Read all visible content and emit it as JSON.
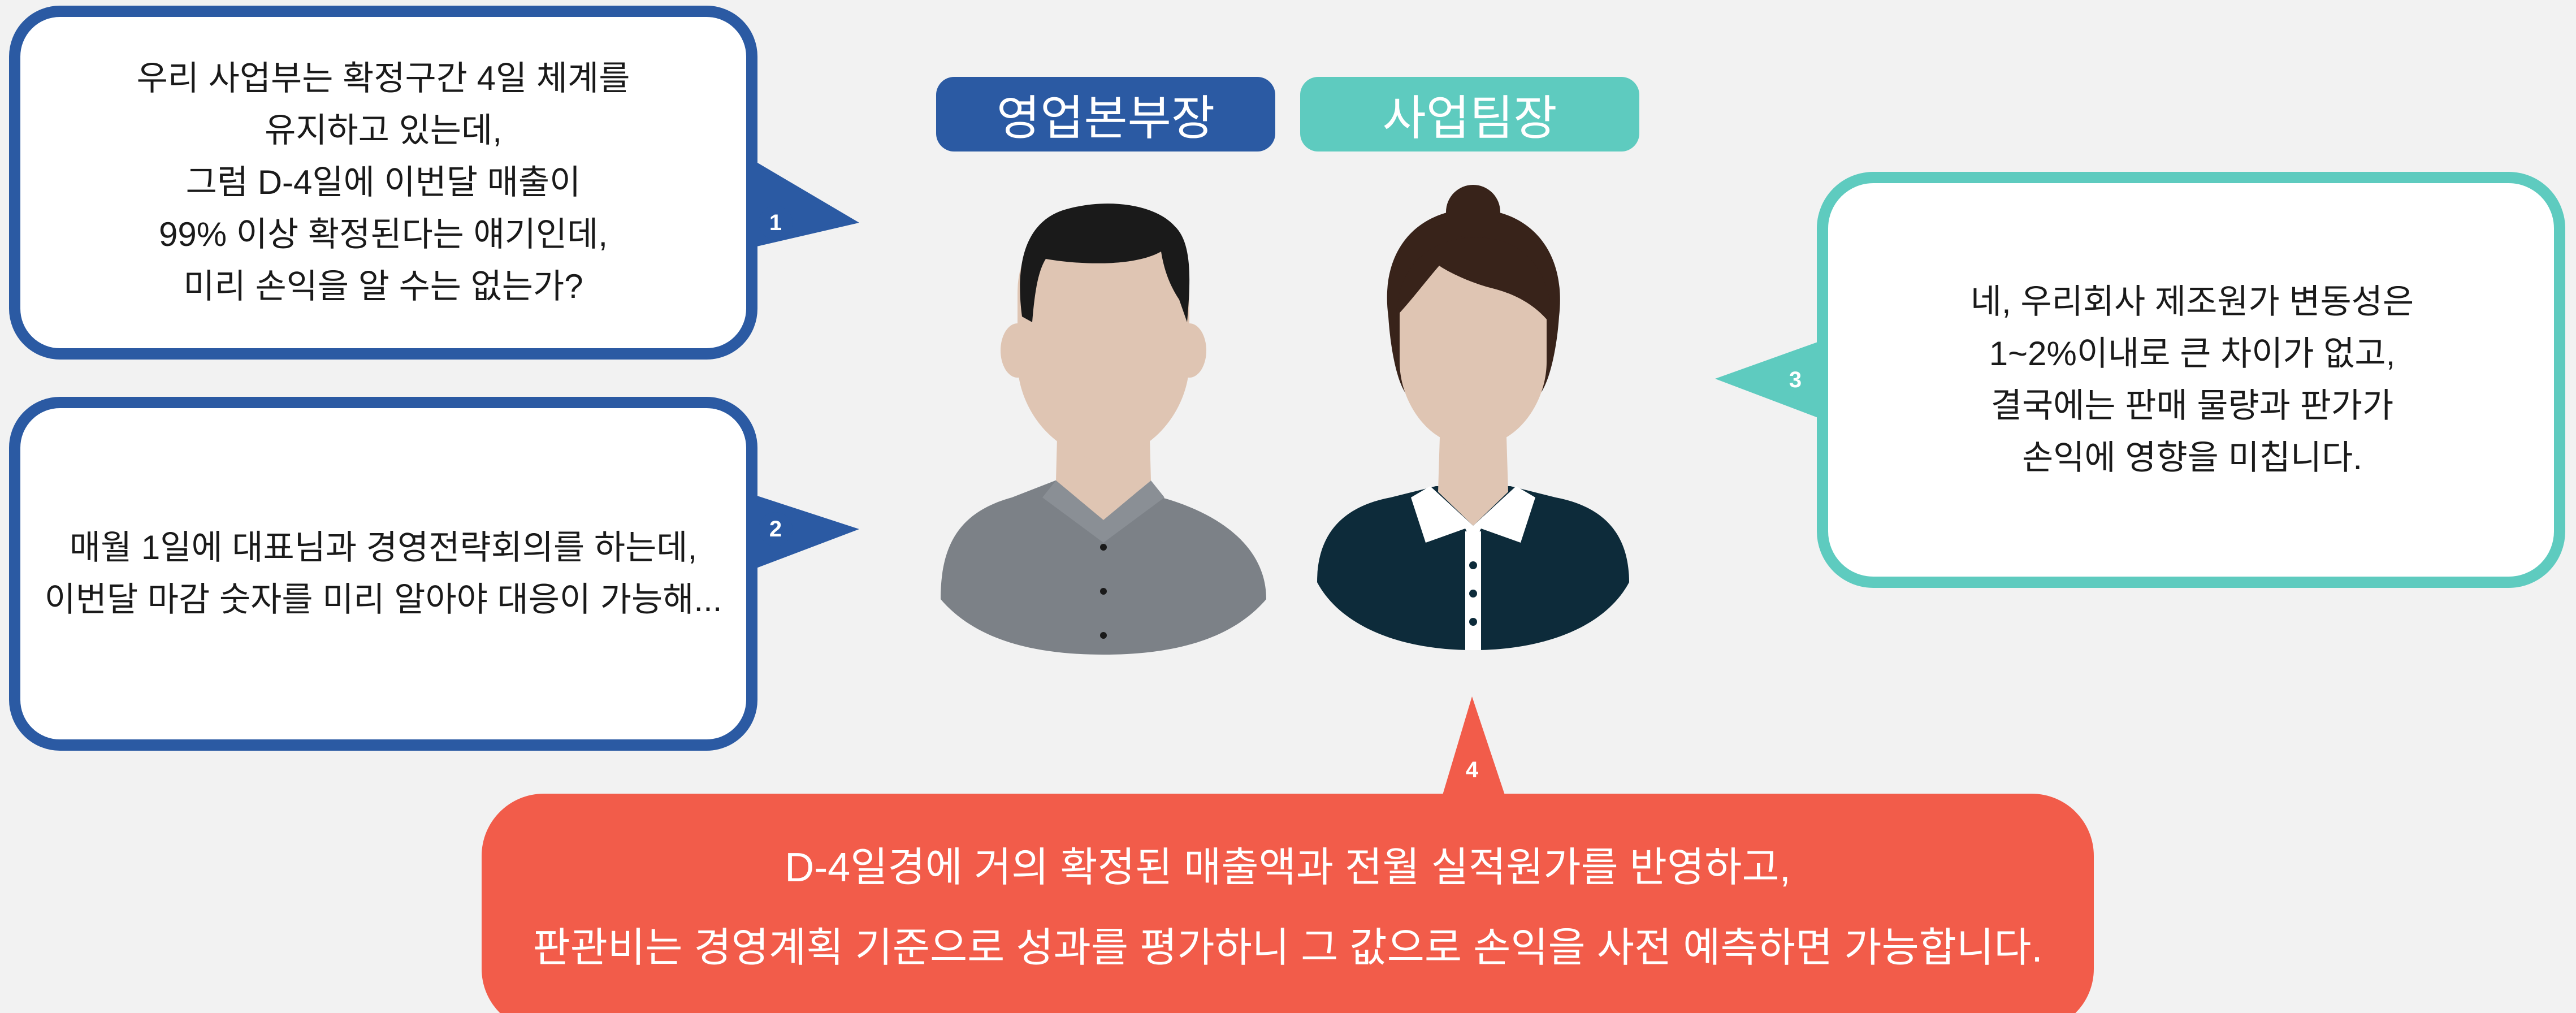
{
  "colors": {
    "blue": "#2b5aa3",
    "teal": "#5ecbbf",
    "coral": "#f25c4a",
    "background": "#f2f2f2"
  },
  "roles": {
    "left": "영업본부장",
    "right": "사업팀장"
  },
  "bubbles": [
    {
      "number": "1",
      "lines": [
        "우리 사업부는 확정구간 4일 체계를",
        "유지하고 있는데,",
        "그럼 D-4일에 이번달 매출이",
        "99% 이상 확정된다는 얘기인데,",
        "미리 손익을 알 수는 없는가?"
      ]
    },
    {
      "number": "2",
      "lines": [
        "매월 1일에 대표님과 경영전략회의를 하는데,",
        "이번달 마감 숫자를 미리 알아야 대응이 가능해..."
      ]
    },
    {
      "number": "3",
      "lines": [
        "네, 우리회사 제조원가 변동성은",
        "1~2%이내로 큰 차이가 없고,",
        "결국에는 판매 물량과 판가가",
        "손익에 영향을 미칩니다."
      ]
    },
    {
      "number": "4",
      "lines": [
        "D-4일경에 거의 확정된 매출액과 전월 실적원가를 반영하고,",
        "판관비는 경영계획 기준으로 성과를 평가하니 그 값으로 손익을 사전 예측하면 가능합니다."
      ]
    }
  ],
  "icons": {
    "man": "man-avatar-icon",
    "woman": "woman-avatar-icon"
  }
}
